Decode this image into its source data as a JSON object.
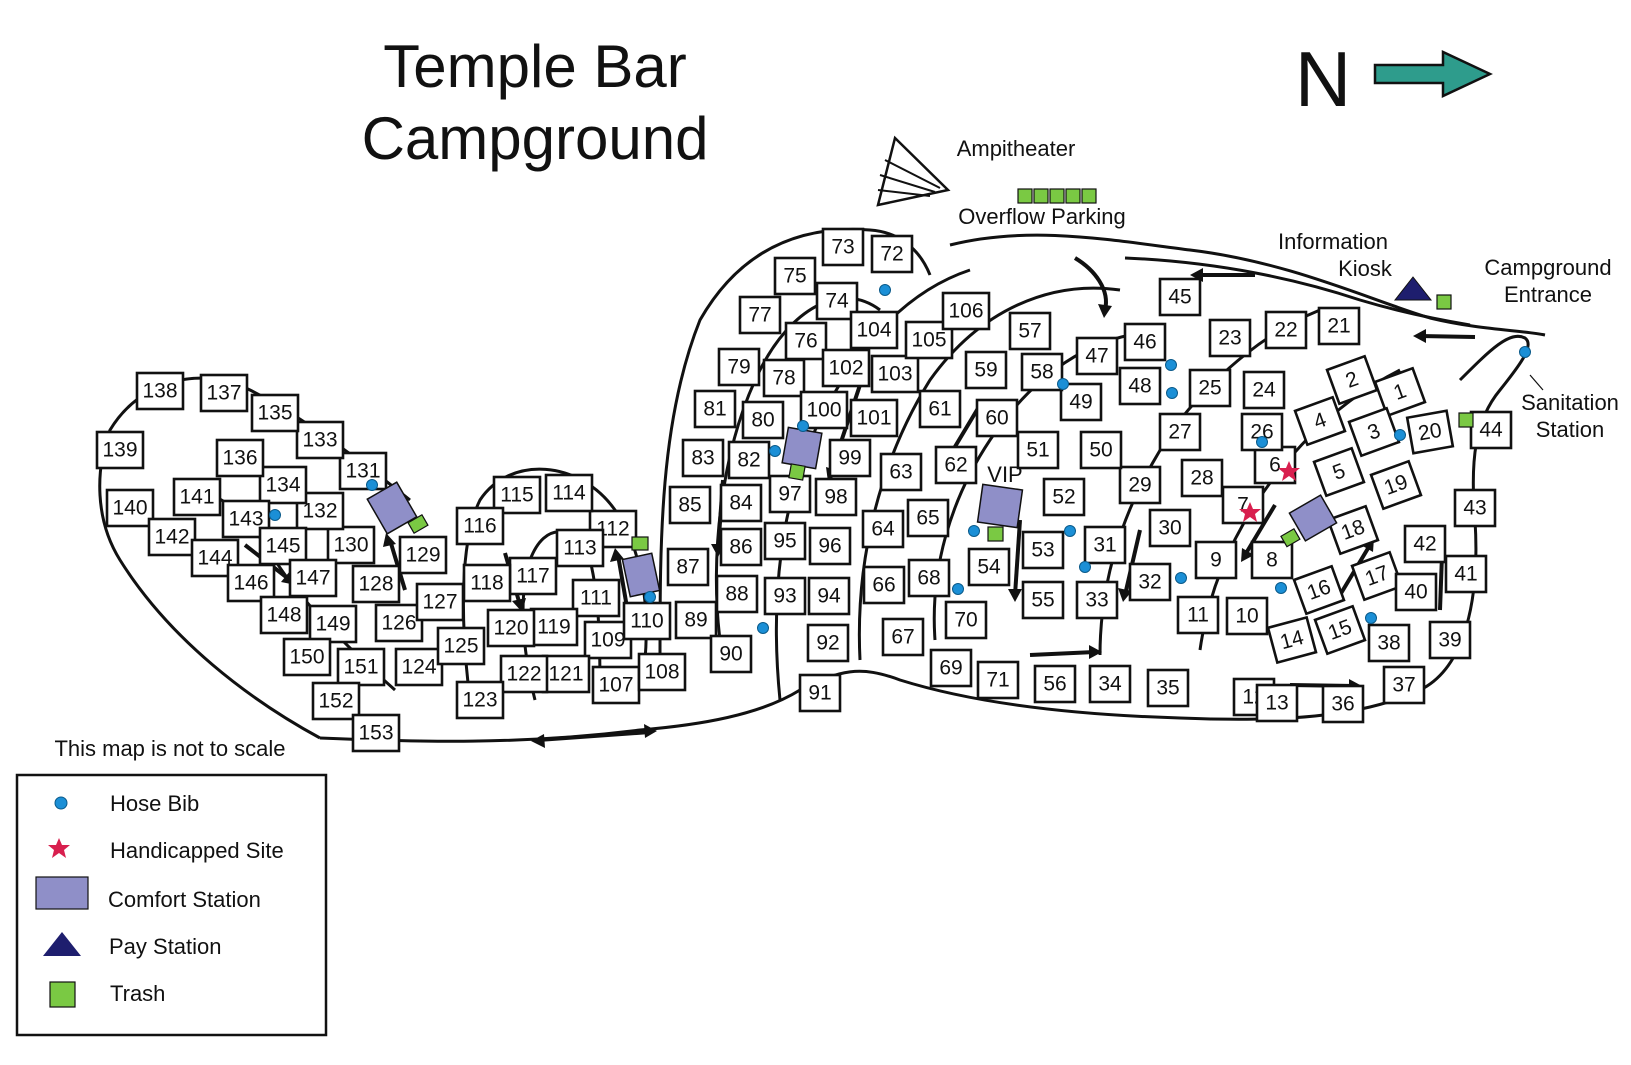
{
  "title": {
    "line1": "Temple Bar",
    "line2": "Campground"
  },
  "north": {
    "letter": "N"
  },
  "labels": {
    "amphitheater": "Ampitheater",
    "overflow_parking": "Overflow Parking",
    "info_kiosk_1": "Information",
    "info_kiosk_2": "Kiosk",
    "entrance_1": "Campground",
    "entrance_2": "Entrance",
    "sanitation_1": "Sanitation",
    "sanitation_2": "Station",
    "vip": "VIP",
    "scale_note": "This map is not to scale"
  },
  "legend": {
    "hose_bib": "Hose Bib",
    "handicapped": "Handicapped Site",
    "comfort": "Comfort Station",
    "pay": "Pay Station",
    "trash": "Trash"
  },
  "colors": {
    "hose_bib": "#1b8fd6",
    "handicapped": "#d81f4e",
    "comfort": "#8f8fc8",
    "pay": "#1e1e6e",
    "trash": "#7ac943",
    "north_arrow": "#2e9c8c"
  },
  "sites": [
    "1",
    "2",
    "3",
    "4",
    "5",
    "6",
    "7",
    "8",
    "9",
    "10",
    "11",
    "12",
    "13",
    "14",
    "15",
    "16",
    "17",
    "18",
    "19",
    "20",
    "21",
    "22",
    "23",
    "24",
    "25",
    "26",
    "27",
    "28",
    "29",
    "30",
    "31",
    "32",
    "33",
    "34",
    "35",
    "36",
    "37",
    "38",
    "39",
    "40",
    "41",
    "42",
    "43",
    "44",
    "45",
    "46",
    "47",
    "48",
    "49",
    "50",
    "51",
    "52",
    "53",
    "54",
    "55",
    "56",
    "57",
    "58",
    "59",
    "60",
    "61",
    "62",
    "63",
    "64",
    "65",
    "66",
    "67",
    "68",
    "69",
    "70",
    "71",
    "72",
    "73",
    "74",
    "75",
    "76",
    "77",
    "78",
    "79",
    "80",
    "81",
    "82",
    "83",
    "84",
    "85",
    "86",
    "87",
    "88",
    "89",
    "90",
    "91",
    "92",
    "93",
    "94",
    "95",
    "96",
    "97",
    "98",
    "99",
    "100",
    "101",
    "102",
    "103",
    "104",
    "105",
    "106",
    "107",
    "108",
    "109",
    "110",
    "111",
    "112",
    "113",
    "114",
    "115",
    "116",
    "117",
    "118",
    "119",
    "120",
    "121",
    "122",
    "123",
    "124",
    "125",
    "126",
    "127",
    "128",
    "129",
    "130",
    "131",
    "132",
    "133",
    "134",
    "135",
    "136",
    "137",
    "138",
    "139",
    "140",
    "141",
    "142",
    "143",
    "144",
    "145",
    "146",
    "147",
    "148",
    "149",
    "150",
    "151",
    "152",
    "153"
  ]
}
